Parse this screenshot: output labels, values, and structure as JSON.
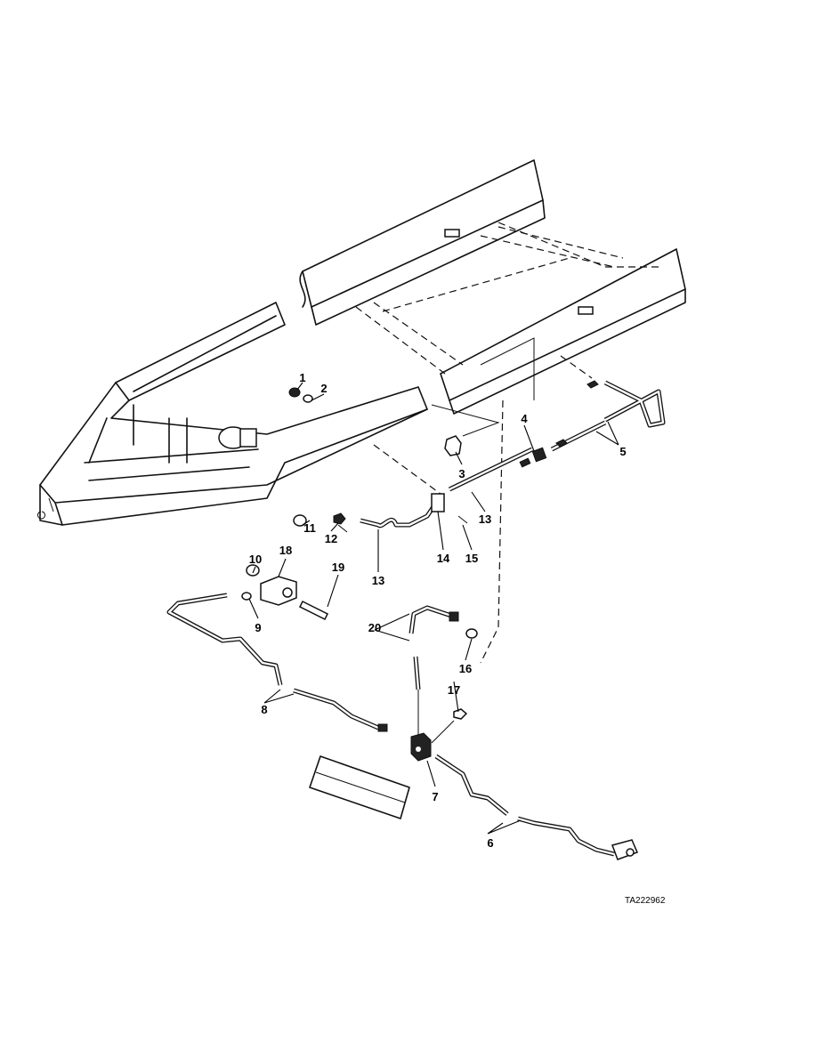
{
  "figure_id": "TA222962",
  "callouts": {
    "c1": "1",
    "c2": "2",
    "c3": "3",
    "c4": "4",
    "c5": "5",
    "c6": "6",
    "c7": "7",
    "c8": "8",
    "c9": "9",
    "c10": "10",
    "c11": "11",
    "c12": "12",
    "c13a": "13",
    "c13b": "13",
    "c14": "14",
    "c15": "15",
    "c16": "16",
    "c17": "17",
    "c18": "18",
    "c19": "19",
    "c20": "20"
  }
}
